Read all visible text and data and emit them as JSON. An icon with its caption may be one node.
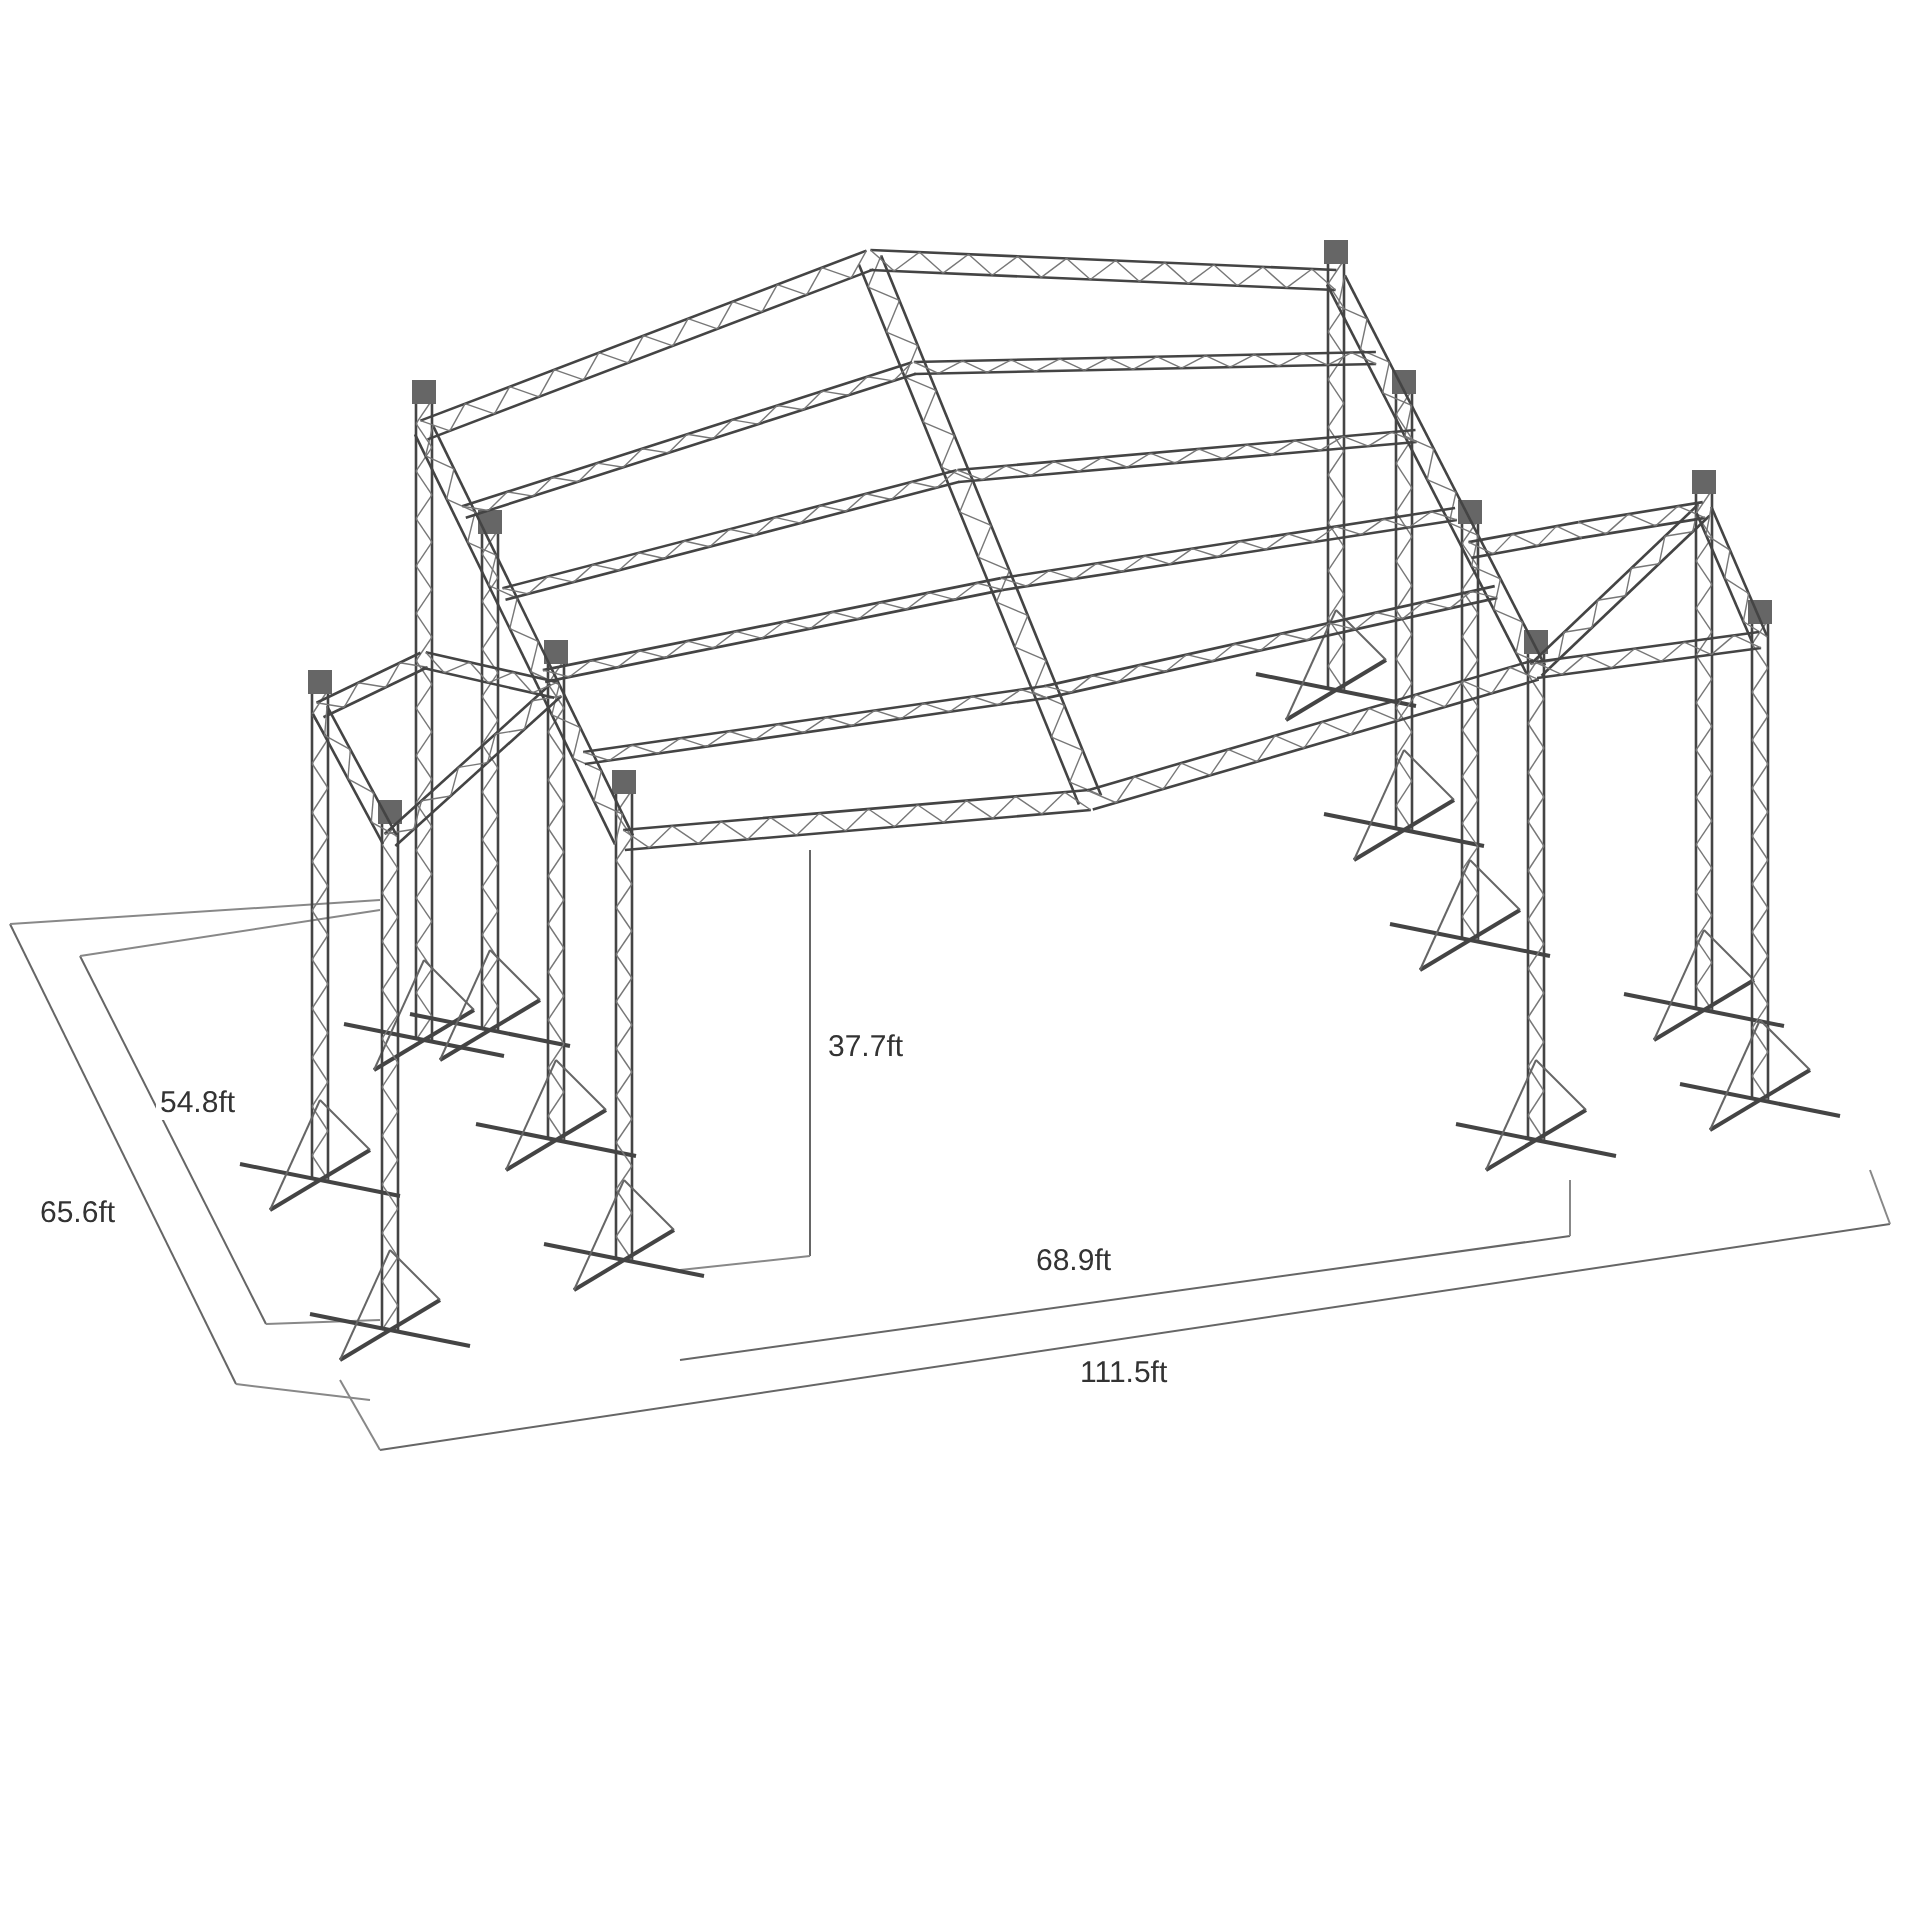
{
  "diagram": {
    "labels": [
      "54.8ft",
      "37.7ft",
      "65.6ft",
      "68.9ft",
      "111.5ft"
    ]
  }
}
